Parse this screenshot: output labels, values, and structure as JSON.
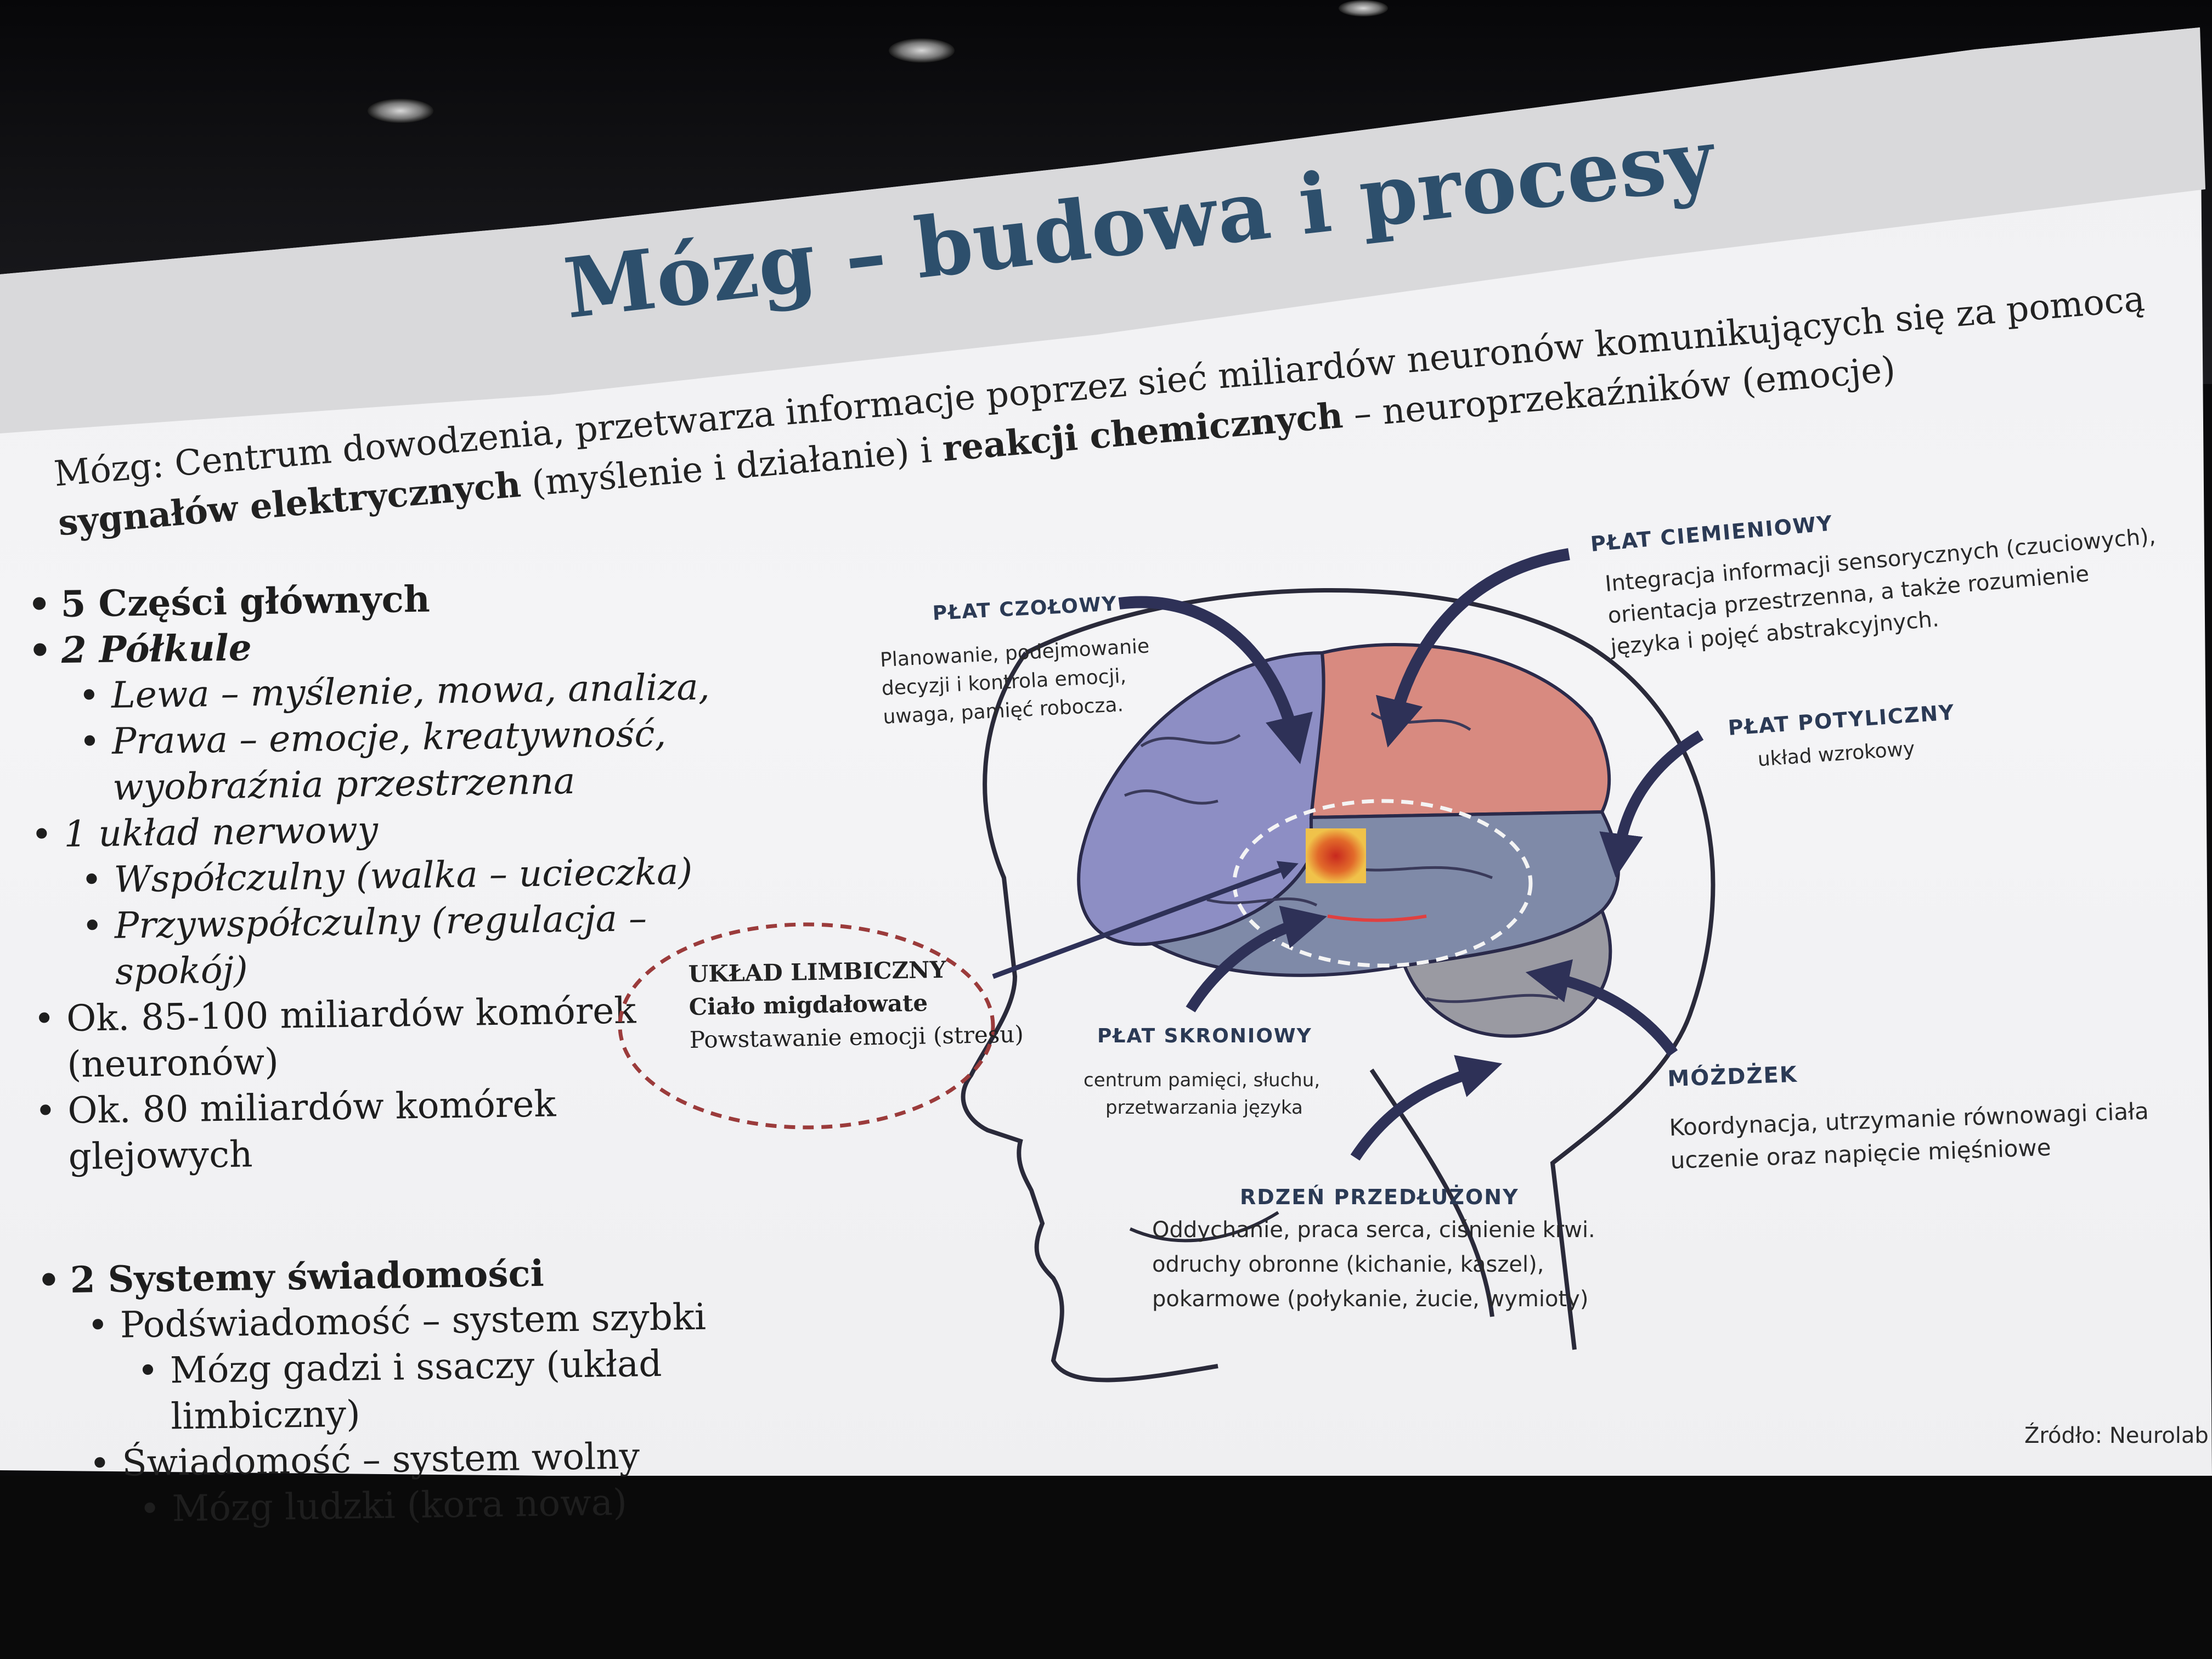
{
  "slide": {
    "title": "Mózg – budowa i procesy",
    "intro": {
      "part1": "Mózg: Centrum dowodzenia, przetwarza informacje poprzez sieć miliardów neuronów komunikujących się za pomocą",
      "bold1": "sygnałów elektrycznych",
      "part2": " (myślenie i działanie)  i ",
      "bold2": "reakcji chemicznych",
      "part3": " – neuroprzekaźników (emocje)"
    },
    "bullets": [
      "5 Części głównych",
      "2 Półkule",
      "Lewa – myślenie, mowa, analiza,",
      "Prawa – emocje, kreatywność,",
      "wyobraźnia przestrzenna",
      "1 układ nerwowy",
      "Współczulny (walka – ucieczka)",
      "Przywspółczulny (regulacja – spokój)",
      "Ok. 85-100 miliardów komórek",
      "(neuronów)",
      "Ok. 80 miliardów komórek glejowych",
      "2 Systemy świadomości",
      "Podświadomość – system szybki",
      "Mózg gadzi i ssaczy (układ",
      "limbiczny)",
      "Świadomość – system wolny",
      "Mózg ludzki (kora nowa)"
    ],
    "labels": {
      "frontal": {
        "title": "PŁAT CZOŁOWY",
        "lines": [
          "Planowanie, podejmowanie",
          "decyzji i kontrola emocji,",
          "uwaga, pamięć robocza."
        ]
      },
      "parietal": {
        "title": "PŁAT CIEMIENIOWY",
        "lines": [
          "Integracja informacji sensorycznych (czuciowych),",
          "orientacja przestrzenna, a także rozumienie",
          "języka i pojęć abstrakcyjnych."
        ]
      },
      "occipital": {
        "title": "PŁAT POTYLICZNY",
        "lines": [
          "układ wzrokowy"
        ]
      },
      "limbic": {
        "title": "UKŁAD LIMBICZNY",
        "lines": [
          "Ciało migdałowate",
          "Powstawanie emocji (stresu)"
        ]
      },
      "temporal": {
        "title": "PŁAT SKRONIOWY",
        "lines": [
          "centrum pamięci, słuchu,",
          "przetwarzania języka"
        ]
      },
      "cerebellum": {
        "title": "MÓŻDŻEK",
        "lines": [
          "Koordynacja, utrzymanie równowagi ciała",
          "uczenie oraz napięcie mięśniowe"
        ]
      },
      "medulla": {
        "title": "RDZEŃ PRZEDŁUŻONY",
        "lines": [
          "Oddychanie, praca serca, ciśnienie krwi.",
          "odruchy obronne (kichanie, kaszel),",
          "pokarmowe (połykanie, żucie, wymioty)"
        ]
      }
    },
    "source": "Źródło: Neurolab",
    "colors": {
      "title": "#2d4f6c",
      "frontal": "#8d8ec4",
      "parietal": "#d88a80",
      "temporal": "#7f8aa8",
      "cerebellum": "#9a9aa2",
      "arrows": "#2e3157",
      "limbic_ellipse": "#9b3b3b"
    }
  }
}
